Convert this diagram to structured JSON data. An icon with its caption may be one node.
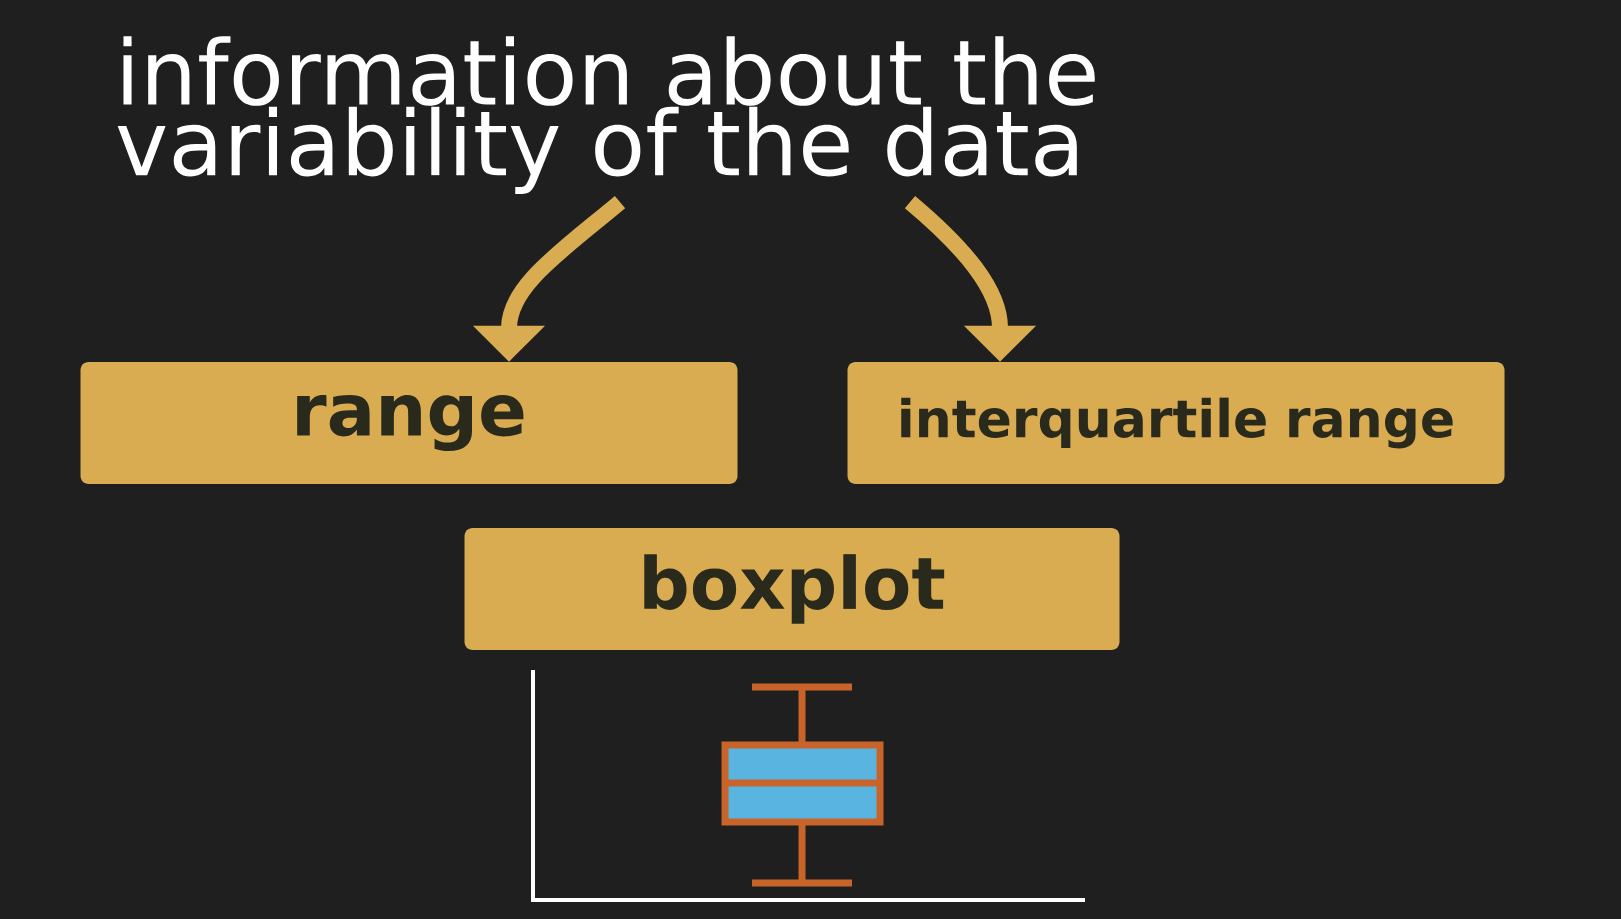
{
  "diagram": {
    "nodes": [
      {
        "text": [
          "information about the variability of the data"
        ]
      },
      {
        "text": [
          "range"
        ]
      },
      {
        "text": [
          "interquartile range"
        ]
      },
      {
        "text": [
          "boxplot"
        ]
      }
    ],
    "edges": [
      {
        "from": 0,
        "to": 1,
        "arrow": "to"
      },
      {
        "from": 0,
        "to": 2,
        "arrow": "to"
      }
    ]
  }
}
